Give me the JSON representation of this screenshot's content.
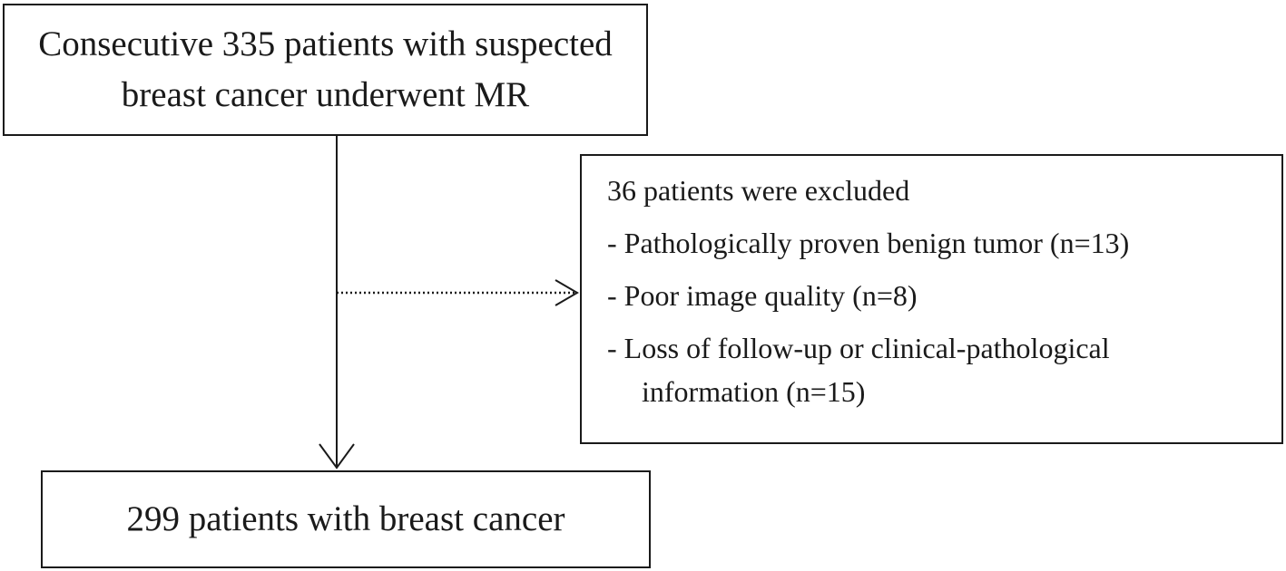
{
  "flowchart": {
    "top_box": {
      "lines": [
        "Consecutive 335 patients with suspected",
        "breast cancer underwent MR"
      ]
    },
    "exclusion_box": {
      "header": "36 patients were excluded",
      "items": [
        "- Pathologically proven benign tumor (n=13)",
        "- Poor image quality (n=8)",
        "- Loss of follow-up or clinical-pathological"
      ],
      "continuation": "information (n=15)"
    },
    "bottom_box": {
      "text": "299 patients with breast cancer"
    },
    "colors": {
      "line": "#1a1a1a",
      "background": "#ffffff"
    }
  }
}
